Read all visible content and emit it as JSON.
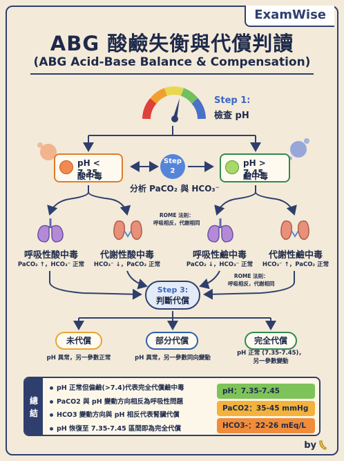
{
  "brand": "ExamWise",
  "title": "ABG 酸鹼失衡與代償判讀",
  "subtitle": "(ABG Acid-Base Balance & Compensation)",
  "step1": {
    "label": "Step 1:",
    "text": "檢查 pH"
  },
  "acid_box": {
    "line1": "pH < 7.35",
    "line2": "酸中毒"
  },
  "alk_box": {
    "line1": "pH > 7.45",
    "line2": "鹼中毒"
  },
  "step2": {
    "label": "Step",
    "num": "2",
    "text": "分析 PaCO₂ 與 HCO₃⁻"
  },
  "rome_note": {
    "line1": "ROME 法則：",
    "line2": "呼吸相反，代謝相同"
  },
  "disorders": [
    {
      "name": "呼吸性酸中毒",
      "detail": "PaCO₂ ↑，HCO₃⁻ 正常"
    },
    {
      "name": "代謝性酸中毒",
      "detail": "HCO₃⁻ ↓，PaCO₂ 正常"
    },
    {
      "name": "呼吸性鹼中毒",
      "detail": "PaCO₂ ↓，HCO₃⁻ 正常"
    },
    {
      "name": "代謝性鹼中毒",
      "detail": "HCO₃⁻ ↑，PaCO₂ 正常"
    }
  ],
  "step3": {
    "label": "Step 3:",
    "text": "判斷代償"
  },
  "compensation": [
    {
      "name": "未代償",
      "desc1": "pH 異常，另一參數正常",
      "desc2": ""
    },
    {
      "name": "部分代償",
      "desc1": "pH 異常，另一參數同向變動",
      "desc2": ""
    },
    {
      "name": "完全代償",
      "desc1": "pH 正常 (7.35-7.45)，",
      "desc2": "另一參數變動"
    }
  ],
  "summary": {
    "tag": "總結",
    "items": [
      "pH 正常但偏鹼(>7.4)代表完全代償鹼中毒",
      "PaCO2 與 pH 變動方向相反為呼吸性問題",
      "HCO3 變動方向與 pH 相反代表腎臟代償",
      "pH 恢復至 7.35-7.45 區間即為完全代償"
    ],
    "ranges": [
      "pH：7.35-7.45",
      "PaCO2：35-45 mmHg",
      "HCO3-：22-26 mEq/L"
    ]
  },
  "byline": "by",
  "colors": {
    "navy": "#2e3f6e",
    "acid": "#e07b2a",
    "alkaline": "#2f8a4e",
    "step_blue": "#5585d8",
    "uncompensated": "#e6a630",
    "partial": "#2e5fae",
    "full": "#2f8a4e"
  }
}
